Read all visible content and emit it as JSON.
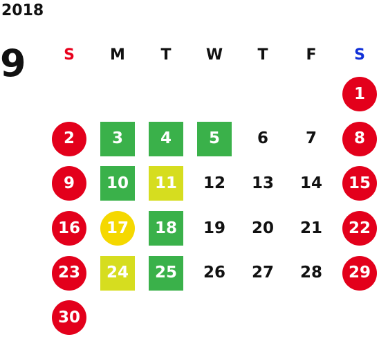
{
  "calendar": {
    "year": "2018",
    "month": "9",
    "weekdays": [
      {
        "label": "S",
        "color": "#e8001c"
      },
      {
        "label": "M",
        "color": "#111111"
      },
      {
        "label": "T",
        "color": "#111111"
      },
      {
        "label": "W",
        "color": "#111111"
      },
      {
        "label": "T",
        "color": "#111111"
      },
      {
        "label": "F",
        "color": "#111111"
      },
      {
        "label": "S",
        "color": "#1030d8"
      }
    ],
    "first_weekday_index": 6,
    "days": [
      {
        "d": "1",
        "shape": "circle",
        "bg": "#e3001b",
        "fg": "#ffffff"
      },
      {
        "d": "2",
        "shape": "circle",
        "bg": "#e3001b",
        "fg": "#ffffff"
      },
      {
        "d": "3",
        "shape": "square",
        "bg": "#3ab14a",
        "fg": "#ffffff"
      },
      {
        "d": "4",
        "shape": "square",
        "bg": "#3ab14a",
        "fg": "#ffffff"
      },
      {
        "d": "5",
        "shape": "square",
        "bg": "#3ab14a",
        "fg": "#ffffff"
      },
      {
        "d": "6",
        "shape": "none",
        "bg": "transparent",
        "fg": "#111111"
      },
      {
        "d": "7",
        "shape": "none",
        "bg": "transparent",
        "fg": "#111111"
      },
      {
        "d": "8",
        "shape": "circle",
        "bg": "#e3001b",
        "fg": "#ffffff"
      },
      {
        "d": "9",
        "shape": "circle",
        "bg": "#e3001b",
        "fg": "#ffffff"
      },
      {
        "d": "10",
        "shape": "square",
        "bg": "#3ab14a",
        "fg": "#ffffff"
      },
      {
        "d": "11",
        "shape": "square",
        "bg": "#d6dd1f",
        "fg": "#ffffff"
      },
      {
        "d": "12",
        "shape": "none",
        "bg": "transparent",
        "fg": "#111111"
      },
      {
        "d": "13",
        "shape": "none",
        "bg": "transparent",
        "fg": "#111111"
      },
      {
        "d": "14",
        "shape": "none",
        "bg": "transparent",
        "fg": "#111111"
      },
      {
        "d": "15",
        "shape": "circle",
        "bg": "#e3001b",
        "fg": "#ffffff"
      },
      {
        "d": "16",
        "shape": "circle",
        "bg": "#e3001b",
        "fg": "#ffffff"
      },
      {
        "d": "17",
        "shape": "circle",
        "bg": "#f5d800",
        "fg": "#ffffff"
      },
      {
        "d": "18",
        "shape": "square",
        "bg": "#3ab14a",
        "fg": "#ffffff"
      },
      {
        "d": "19",
        "shape": "none",
        "bg": "transparent",
        "fg": "#111111"
      },
      {
        "d": "20",
        "shape": "none",
        "bg": "transparent",
        "fg": "#111111"
      },
      {
        "d": "21",
        "shape": "none",
        "bg": "transparent",
        "fg": "#111111"
      },
      {
        "d": "22",
        "shape": "circle",
        "bg": "#e3001b",
        "fg": "#ffffff"
      },
      {
        "d": "23",
        "shape": "circle",
        "bg": "#e3001b",
        "fg": "#ffffff"
      },
      {
        "d": "24",
        "shape": "square",
        "bg": "#d6dd1f",
        "fg": "#ffffff"
      },
      {
        "d": "25",
        "shape": "square",
        "bg": "#3ab14a",
        "fg": "#ffffff"
      },
      {
        "d": "26",
        "shape": "none",
        "bg": "transparent",
        "fg": "#111111"
      },
      {
        "d": "27",
        "shape": "none",
        "bg": "transparent",
        "fg": "#111111"
      },
      {
        "d": "28",
        "shape": "none",
        "bg": "transparent",
        "fg": "#111111"
      },
      {
        "d": "29",
        "shape": "circle",
        "bg": "#e3001b",
        "fg": "#ffffff"
      },
      {
        "d": "30",
        "shape": "circle",
        "bg": "#e3001b",
        "fg": "#ffffff"
      }
    ]
  }
}
